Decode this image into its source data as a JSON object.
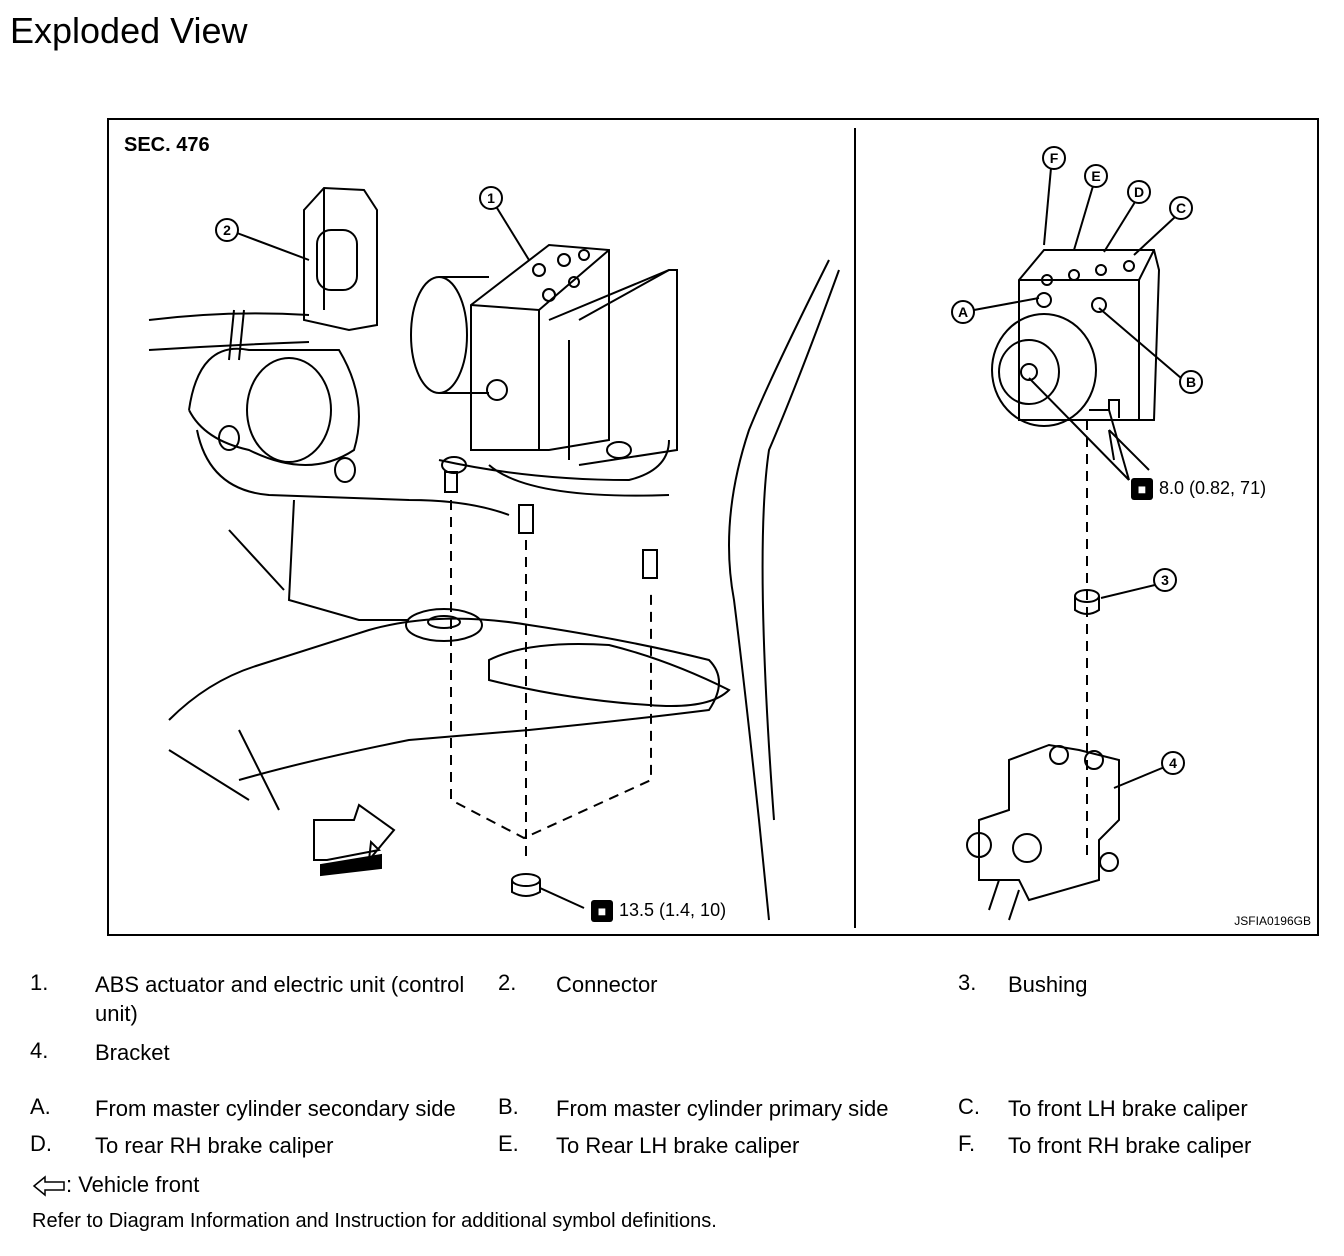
{
  "title": "Exploded View",
  "figure": {
    "section": "SEC. 476",
    "figure_id": "JSFIA0196GB",
    "callouts": [
      "1",
      "2",
      "3",
      "4",
      "A",
      "B",
      "C",
      "D",
      "E",
      "F"
    ],
    "torque_left": "13.5 (1.4, 10)",
    "torque_right": "8.0 (0.82, 71)"
  },
  "legend": {
    "parts": [
      {
        "num": "1.",
        "text": "ABS actuator and electric unit (control unit)"
      },
      {
        "num": "2.",
        "text": "Connector"
      },
      {
        "num": "3.",
        "text": "Bushing"
      },
      {
        "num": "4.",
        "text": "Bracket"
      }
    ],
    "ports": [
      {
        "num": "A.",
        "text": "From master cylinder secondary side"
      },
      {
        "num": "B.",
        "text": "From master cylinder primary side"
      },
      {
        "num": "C.",
        "text": "To front LH brake caliper"
      },
      {
        "num": "D.",
        "text": "To rear RH brake caliper"
      },
      {
        "num": "E.",
        "text": "To Rear LH brake caliper"
      },
      {
        "num": "F.",
        "text": "To front RH brake caliper"
      }
    ],
    "vehicle_front": ": Vehicle front",
    "refer": "Refer to Diagram Information and Instruction for additional symbol definitions."
  }
}
